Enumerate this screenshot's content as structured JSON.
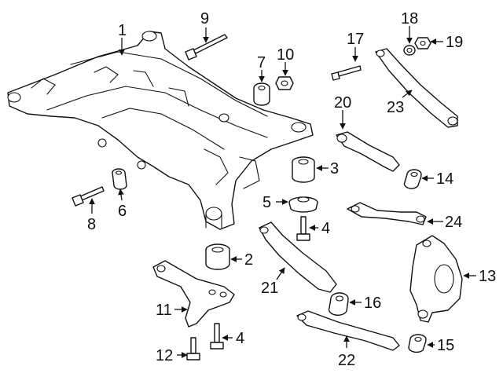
{
  "callouts": {
    "c1": "1",
    "c2": "2",
    "c3": "3",
    "c4a": "4",
    "c4b": "4",
    "c5": "5",
    "c6": "6",
    "c7": "7",
    "c8": "8",
    "c9": "9",
    "c10": "10",
    "c11": "11",
    "c12": "12",
    "c13": "13",
    "c14": "14",
    "c15": "15",
    "c16": "16",
    "c17": "17",
    "c18": "18",
    "c19": "19",
    "c20": "20",
    "c21": "21",
    "c22": "22",
    "c23": "23",
    "c24": "24"
  },
  "colors": {
    "line": "#111111",
    "background": "#ffffff"
  }
}
